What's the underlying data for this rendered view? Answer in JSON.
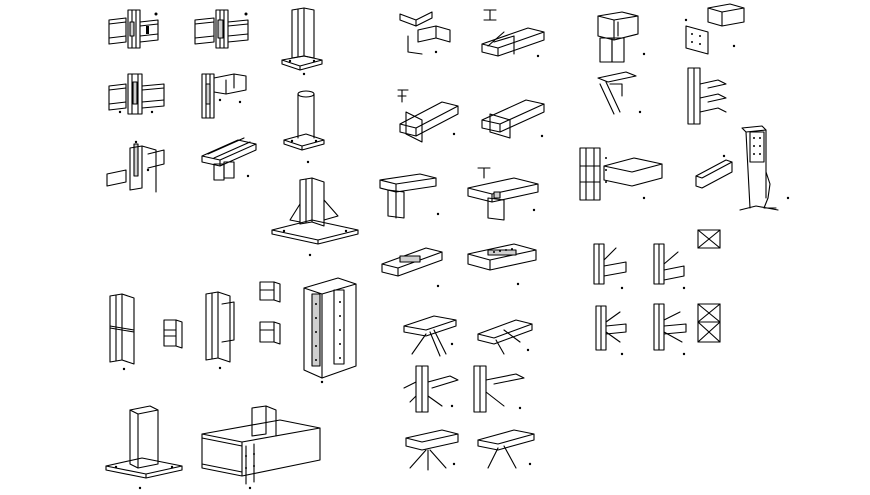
{
  "drawing": {
    "title": "",
    "background": "#ffffff",
    "line_color": "#000000"
  },
  "details": [
    {
      "id": "d01",
      "kind": "beam-to-column-connection"
    },
    {
      "id": "d02",
      "kind": "beam-to-column-connection"
    },
    {
      "id": "d03",
      "kind": "column-base-plate"
    },
    {
      "id": "d04",
      "kind": "beam-to-column-connection"
    },
    {
      "id": "d05",
      "kind": "beam-to-column-connection"
    },
    {
      "id": "d06",
      "kind": "round-column-base"
    },
    {
      "id": "d07",
      "kind": "beam-splice"
    },
    {
      "id": "d08",
      "kind": "beam-to-column-connection"
    },
    {
      "id": "d09",
      "kind": "stiffened-column-base"
    },
    {
      "id": "d10",
      "kind": "beam-to-beam-connection"
    },
    {
      "id": "d11",
      "kind": "beam-to-beam-connection"
    },
    {
      "id": "d12",
      "kind": "beam-to-beam-connection"
    },
    {
      "id": "d13",
      "kind": "beam-to-beam-connection"
    },
    {
      "id": "d14",
      "kind": "beam-to-beam-connection"
    },
    {
      "id": "d15",
      "kind": "beam-to-beam-connection"
    },
    {
      "id": "d16",
      "kind": "beam-to-beam-connection"
    },
    {
      "id": "d17",
      "kind": "beam-to-beam-connection"
    },
    {
      "id": "d18",
      "kind": "brace-gusset-connection"
    },
    {
      "id": "d19",
      "kind": "brace-gusset-connection"
    },
    {
      "id": "d20",
      "kind": "brace-gusset-connection"
    },
    {
      "id": "d21",
      "kind": "brace-gusset-connection"
    },
    {
      "id": "d22",
      "kind": "brace-gusset-connection"
    },
    {
      "id": "d23",
      "kind": "brace-gusset-connection"
    },
    {
      "id": "d24",
      "kind": "column-splice"
    },
    {
      "id": "d25",
      "kind": "column-splice"
    },
    {
      "id": "d26",
      "kind": "column-splice"
    },
    {
      "id": "d27",
      "kind": "built-up-column"
    },
    {
      "id": "d28",
      "kind": "box-column-base"
    },
    {
      "id": "d29",
      "kind": "beam-through-column"
    },
    {
      "id": "d30",
      "kind": "box-section-connection"
    },
    {
      "id": "d31",
      "kind": "box-section-connection"
    },
    {
      "id": "d32",
      "kind": "knee-brace-connection"
    },
    {
      "id": "d33",
      "kind": "box-section-connection"
    },
    {
      "id": "d34",
      "kind": "column-bracket"
    },
    {
      "id": "d35",
      "kind": "corbel-seat"
    },
    {
      "id": "d36",
      "kind": "tapered-column-base"
    },
    {
      "id": "d37",
      "kind": "gusset-brace"
    },
    {
      "id": "d38",
      "kind": "gusset-brace"
    },
    {
      "id": "d39",
      "kind": "bracing-frame"
    },
    {
      "id": "d40",
      "kind": "gusset-brace"
    },
    {
      "id": "d41",
      "kind": "gusset-brace"
    },
    {
      "id": "d42",
      "kind": "bracing-frame"
    }
  ]
}
